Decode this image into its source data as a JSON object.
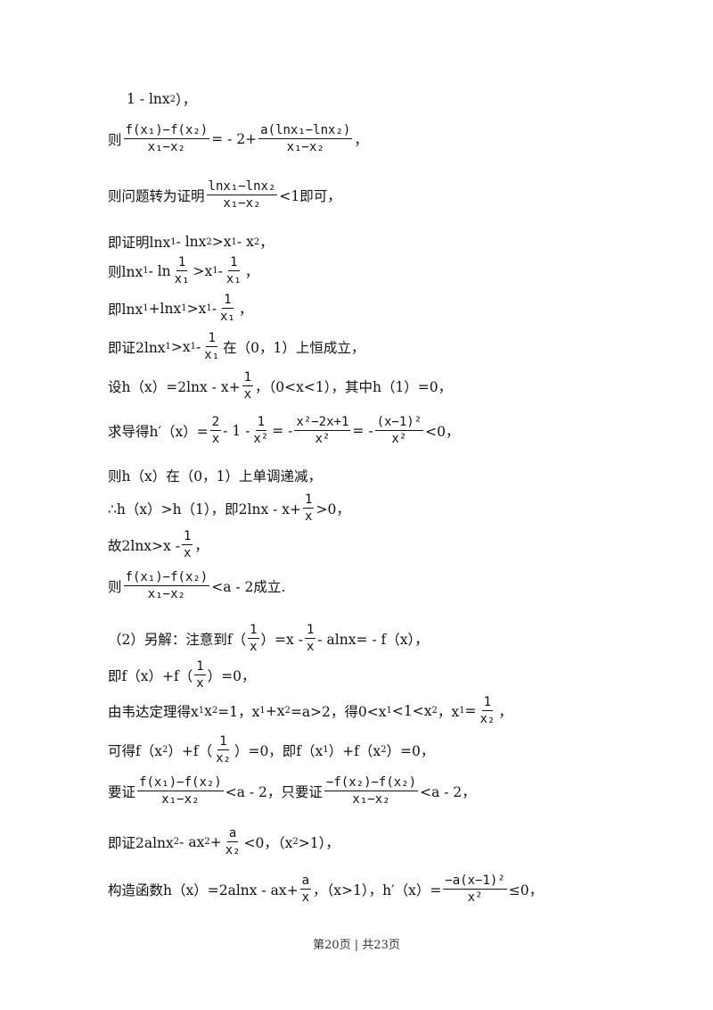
{
  "lines": [
    {
      "parts": [
        {
          "t": "1 - lnx"
        },
        {
          "sub": "2"
        },
        {
          "t": "），"
        }
      ]
    },
    {
      "parts": [
        {
          "t": "则"
        },
        {
          "fn": "f(x₁)−f(x₂)",
          "fd": "x₁−x₂"
        },
        {
          "t": "= - 2+"
        },
        {
          "fn": "a(lnx₁−lnx₂)",
          "fd": "x₁−x₂"
        },
        {
          "t": "，"
        }
      ]
    },
    {
      "parts": [
        {
          "t": "则问题转为证明"
        },
        {
          "fn": "lnx₁−lnx₂",
          "fd": "x₁−x₂"
        },
        {
          "t": "<1即可，"
        }
      ]
    },
    {
      "parts": [
        {
          "t": "即证明lnx"
        },
        {
          "sub": "1"
        },
        {
          "t": " - lnx"
        },
        {
          "sub": "2"
        },
        {
          "t": ">x"
        },
        {
          "sub": "1"
        },
        {
          "t": " - x"
        },
        {
          "sub": "2"
        },
        {
          "t": "，"
        }
      ]
    },
    {
      "parts": [
        {
          "t": "则lnx"
        },
        {
          "sub": "1"
        },
        {
          "t": " - ln"
        },
        {
          "fn": "1",
          "fd": "x₁"
        },
        {
          "t": ">x"
        },
        {
          "sub": "1"
        },
        {
          "t": " - "
        },
        {
          "fn": "1",
          "fd": "x₁"
        },
        {
          "t": "，"
        }
      ]
    },
    {
      "parts": [
        {
          "t": "即lnx"
        },
        {
          "sub": "1"
        },
        {
          "t": "+lnx"
        },
        {
          "sub": "1"
        },
        {
          "t": ">x"
        },
        {
          "sub": "1"
        },
        {
          "t": " - "
        },
        {
          "fn": "1",
          "fd": "x₁"
        },
        {
          "t": "，"
        }
      ]
    },
    {
      "parts": [
        {
          "t": "即证2lnx"
        },
        {
          "sub": "1"
        },
        {
          "t": ">x"
        },
        {
          "sub": "1"
        },
        {
          "t": " - "
        },
        {
          "fn": "1",
          "fd": "x₁"
        },
        {
          "t": "在（0，1）上恒成立，"
        }
      ]
    },
    {
      "parts": [
        {
          "t": "设h（x）=2lnx - x+"
        },
        {
          "fn": "1",
          "fd": "x"
        },
        {
          "t": "，（0<x<1），其中h（1）=0，"
        }
      ]
    },
    {
      "parts": [
        {
          "t": "求导得h′（x）="
        },
        {
          "fn": "2",
          "fd": "x"
        },
        {
          "t": " - 1 - "
        },
        {
          "fn": "1",
          "fd": "x²"
        },
        {
          "t": "= - "
        },
        {
          "fn": "x²−2x+1",
          "fd": "x²"
        },
        {
          "t": "= - "
        },
        {
          "fn": "(x−1)²",
          "fd": "x²"
        },
        {
          "t": "<0，"
        }
      ]
    },
    {
      "parts": [
        {
          "t": "则h（x）在（0，1）上单调递减，"
        }
      ]
    },
    {
      "parts": [
        {
          "t": "∴h（x）>h（1），即2lnx - x+"
        },
        {
          "fn": "1",
          "fd": "x"
        },
        {
          "t": ">0，"
        }
      ]
    },
    {
      "parts": [
        {
          "t": "故2lnx>x - "
        },
        {
          "fn": "1",
          "fd": "x"
        },
        {
          "t": "，"
        }
      ]
    },
    {
      "parts": [
        {
          "t": "则"
        },
        {
          "fn": "f(x₁)−f(x₂)",
          "fd": "x₁−x₂"
        },
        {
          "t": "<a - 2成立."
        }
      ]
    },
    {
      "parts": [
        {
          "t": "（2）另解：注意到f（"
        },
        {
          "fn": "1",
          "fd": "x"
        },
        {
          "t": "）=x - "
        },
        {
          "fn": "1",
          "fd": "x"
        },
        {
          "t": " - alnx= - f（x），"
        }
      ]
    },
    {
      "parts": [
        {
          "t": "即f（x）+f（"
        },
        {
          "fn": "1",
          "fd": "x"
        },
        {
          "t": "）=0，"
        }
      ]
    },
    {
      "parts": [
        {
          "t": "由韦达定理得x"
        },
        {
          "sub": "1"
        },
        {
          "t": "x"
        },
        {
          "sub": "2"
        },
        {
          "t": "=1，x"
        },
        {
          "sub": "1"
        },
        {
          "t": "+x"
        },
        {
          "sub": "2"
        },
        {
          "t": "=a>2，得0<x"
        },
        {
          "sub": "1"
        },
        {
          "t": "<1<x"
        },
        {
          "sub": "2"
        },
        {
          "t": "，x"
        },
        {
          "sub": "1"
        },
        {
          "t": "="
        },
        {
          "fn": "1",
          "fd": "x₂"
        },
        {
          "t": "，"
        }
      ]
    },
    {
      "parts": [
        {
          "t": "可得f（x"
        },
        {
          "sub": "2"
        },
        {
          "t": "）+f（"
        },
        {
          "fn": "1",
          "fd": "x₂"
        },
        {
          "t": "）=0，即f（x"
        },
        {
          "sub": "1"
        },
        {
          "t": "）+f（x"
        },
        {
          "sub": "2"
        },
        {
          "t": "）=0，"
        }
      ]
    },
    {
      "parts": [
        {
          "t": "要证"
        },
        {
          "fn": "f(x₁)−f(x₂)",
          "fd": "x₁−x₂"
        },
        {
          "t": "<a - 2，只要证"
        },
        {
          "fn": "−f(x₂)−f(x₂)",
          "fd": "x₁−x₂"
        },
        {
          "t": "<a - 2，"
        }
      ]
    },
    {
      "parts": [
        {
          "t": "即证2alnx"
        },
        {
          "sub": "2"
        },
        {
          "t": " - ax"
        },
        {
          "sub": "2"
        },
        {
          "t": "+"
        },
        {
          "fn": "a",
          "fd": "x₂"
        },
        {
          "t": "<0，（x"
        },
        {
          "sub": "2"
        },
        {
          "t": ">1），"
        }
      ]
    },
    {
      "parts": [
        {
          "t": "构造函数h（x）=2alnx - ax+"
        },
        {
          "fn": "a",
          "fd": "x"
        },
        {
          "t": "，（x>1），h′（x）="
        },
        {
          "fn": "−a(x−1)²",
          "fd": "x²"
        },
        {
          "t": "≤0，"
        }
      ]
    }
  ],
  "footer": "第20页 | 共23页"
}
